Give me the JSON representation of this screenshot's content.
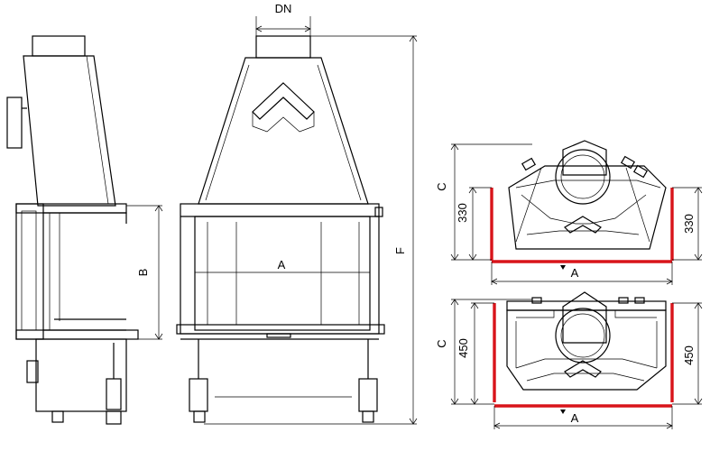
{
  "labels": {
    "dn": "DN",
    "a_front": "A",
    "b": "B",
    "f": "F",
    "c_top": "C",
    "c_top_value_left": "330",
    "c_top_value_right": "330",
    "a_top": "A",
    "c_bottom": "C",
    "c_bottom_value_left": "450",
    "c_bottom_value_right": "450",
    "a_bottom": "A"
  },
  "colors": {
    "line": "#000000",
    "highlight": "#d8141a",
    "background": "#ffffff"
  }
}
